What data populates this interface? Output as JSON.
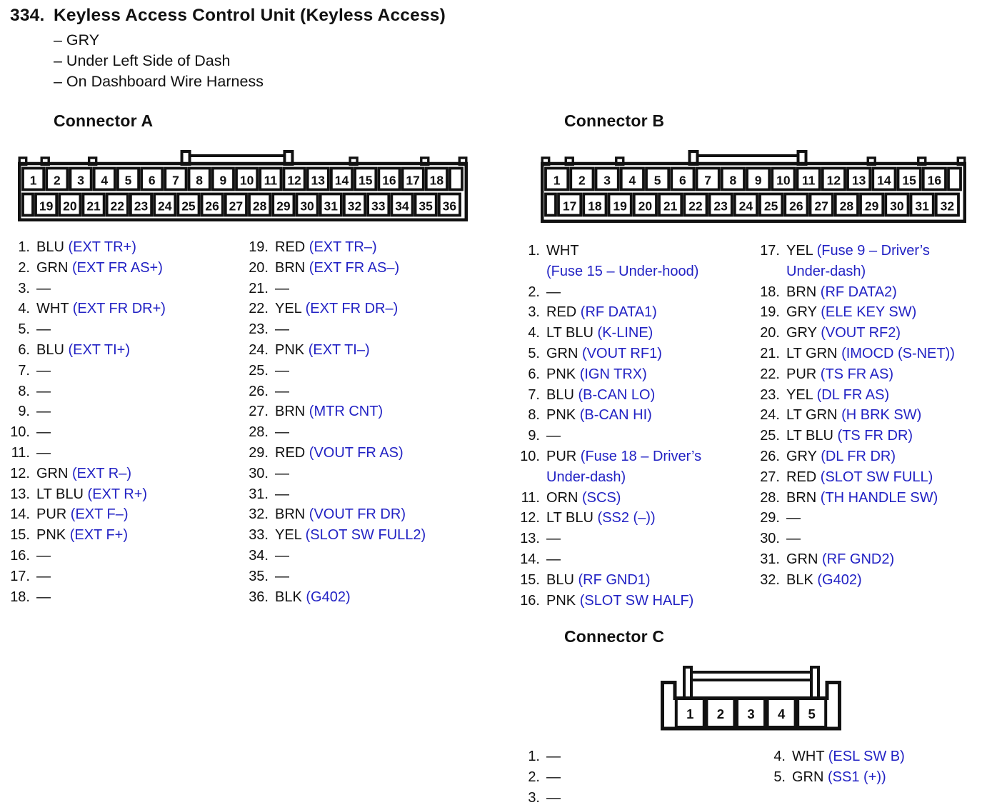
{
  "header": {
    "number": "334.",
    "title": "Keyless Access Control Unit (Keyless Access)",
    "details": [
      "– GRY",
      "– Under Left Side of Dash",
      "– On Dashboard Wire Harness"
    ]
  },
  "colors": {
    "signal_blue": "#2222c4",
    "ink": "#111111"
  },
  "connector_a": {
    "heading": "Connector A",
    "diagram": {
      "top_row": [
        "1",
        "2",
        "3",
        "4",
        "5",
        "6",
        "7",
        "8",
        "9",
        "10",
        "11",
        "12",
        "13",
        "14",
        "15",
        "16",
        "17",
        "18"
      ],
      "bottom_row": [
        "19",
        "20",
        "21",
        "22",
        "23",
        "24",
        "25",
        "26",
        "27",
        "28",
        "29",
        "30",
        "31",
        "32",
        "33",
        "34",
        "35",
        "36"
      ]
    },
    "columns": [
      [
        {
          "n": "1.",
          "w": "BLU",
          "s": "(EXT TR+)"
        },
        {
          "n": "2.",
          "w": "GRN",
          "s": "(EXT FR AS+)"
        },
        {
          "n": "3.",
          "w": "—"
        },
        {
          "n": "4.",
          "w": "WHT",
          "s": "(EXT FR DR+)"
        },
        {
          "n": "5.",
          "w": "—"
        },
        {
          "n": "6.",
          "w": "BLU",
          "s": "(EXT TI+)"
        },
        {
          "n": "7.",
          "w": "—"
        },
        {
          "n": "8.",
          "w": "—"
        },
        {
          "n": "9.",
          "w": "—"
        },
        {
          "n": "10.",
          "w": "—"
        },
        {
          "n": "11.",
          "w": "—"
        },
        {
          "n": "12.",
          "w": "GRN",
          "s": "(EXT R–)"
        },
        {
          "n": "13.",
          "w": "LT BLU",
          "s": "(EXT R+)"
        },
        {
          "n": "14.",
          "w": "PUR",
          "s": "(EXT F–)"
        },
        {
          "n": "15.",
          "w": "PNK",
          "s": "(EXT F+)"
        },
        {
          "n": "16.",
          "w": "—"
        },
        {
          "n": "17.",
          "w": "—"
        },
        {
          "n": "18.",
          "w": "—"
        }
      ],
      [
        {
          "n": "19.",
          "w": "RED",
          "s": "(EXT TR–)"
        },
        {
          "n": "20.",
          "w": "BRN",
          "s": "(EXT FR AS–)"
        },
        {
          "n": "21.",
          "w": "—"
        },
        {
          "n": "22.",
          "w": "YEL",
          "s": "(EXT FR DR–)"
        },
        {
          "n": "23.",
          "w": "—"
        },
        {
          "n": "24.",
          "w": "PNK",
          "s": "(EXT TI–)"
        },
        {
          "n": "25.",
          "w": "—"
        },
        {
          "n": "26.",
          "w": "—"
        },
        {
          "n": "27.",
          "w": "BRN",
          "s": "(MTR CNT)"
        },
        {
          "n": "28.",
          "w": "—"
        },
        {
          "n": "29.",
          "w": "RED",
          "s": "(VOUT FR AS)"
        },
        {
          "n": "30.",
          "w": "—"
        },
        {
          "n": "31.",
          "w": "—"
        },
        {
          "n": "32.",
          "w": "BRN",
          "s": "(VOUT FR DR)"
        },
        {
          "n": "33.",
          "w": "YEL",
          "s": "(SLOT SW FULL2)"
        },
        {
          "n": "34.",
          "w": "—"
        },
        {
          "n": "35.",
          "w": "—"
        },
        {
          "n": "36.",
          "w": "BLK",
          "s": "(G402)"
        }
      ]
    ]
  },
  "connector_b": {
    "heading": "Connector B",
    "diagram": {
      "top_row": [
        "1",
        "2",
        "3",
        "4",
        "5",
        "6",
        "7",
        "8",
        "9",
        "10",
        "11",
        "12",
        "13",
        "14",
        "15",
        "16"
      ],
      "bottom_row": [
        "17",
        "18",
        "19",
        "20",
        "21",
        "22",
        "23",
        "24",
        "25",
        "26",
        "27",
        "28",
        "29",
        "30",
        "31",
        "32"
      ]
    },
    "columns": [
      [
        {
          "n": "1.",
          "w": "WHT",
          "s": "(Fuse 15 – Under-hood)",
          "br": true
        },
        {
          "n": "2.",
          "w": "—"
        },
        {
          "n": "3.",
          "w": "RED",
          "s": "(RF DATA1)"
        },
        {
          "n": "4.",
          "w": "LT BLU",
          "s": "(K-LINE)"
        },
        {
          "n": "5.",
          "w": "GRN",
          "s": "(VOUT RF1)"
        },
        {
          "n": "6.",
          "w": "PNK",
          "s": "(IGN TRX)"
        },
        {
          "n": "7.",
          "w": "BLU",
          "s": "(B-CAN LO)"
        },
        {
          "n": "8.",
          "w": "PNK",
          "s": "(B-CAN HI)"
        },
        {
          "n": "9.",
          "w": "—"
        },
        {
          "n": "10.",
          "w": "PUR",
          "s": "(Fuse 18 – Driver’s",
          "s2": "Under-dash)"
        },
        {
          "n": "11.",
          "w": "ORN",
          "s": "(SCS)"
        },
        {
          "n": "12.",
          "w": "LT BLU",
          "s": "(SS2 (–))"
        },
        {
          "n": "13.",
          "w": "—"
        },
        {
          "n": "14.",
          "w": "—"
        },
        {
          "n": "15.",
          "w": "BLU",
          "s": "(RF GND1)"
        },
        {
          "n": "16.",
          "w": "PNK",
          "s": "(SLOT SW HALF)"
        }
      ],
      [
        {
          "n": "17.",
          "w": "YEL",
          "s": "(Fuse 9 – Driver’s",
          "s2": "Under-dash)"
        },
        {
          "n": "18.",
          "w": "BRN",
          "s": "(RF DATA2)"
        },
        {
          "n": "19.",
          "w": "GRY",
          "s": "(ELE KEY SW)"
        },
        {
          "n": "20.",
          "w": "GRY",
          "s": "(VOUT RF2)"
        },
        {
          "n": "21.",
          "w": "LT GRN",
          "s": "(IMOCD (S-NET))"
        },
        {
          "n": "22.",
          "w": "PUR",
          "s": "(TS FR AS)"
        },
        {
          "n": "23.",
          "w": "YEL",
          "s": "(DL FR AS)"
        },
        {
          "n": "24.",
          "w": "LT GRN",
          "s": "(H BRK SW)"
        },
        {
          "n": "25.",
          "w": "LT BLU",
          "s": "(TS FR DR)"
        },
        {
          "n": "26.",
          "w": "GRY",
          "s": "(DL FR DR)"
        },
        {
          "n": "27.",
          "w": "RED",
          "s": "(SLOT SW FULL)"
        },
        {
          "n": "28.",
          "w": "BRN",
          "s": "(TH HANDLE SW)"
        },
        {
          "n": "29.",
          "w": "—"
        },
        {
          "n": "30.",
          "w": "—"
        },
        {
          "n": "31.",
          "w": "GRN",
          "s": "(RF GND2)"
        },
        {
          "n": "32.",
          "w": "BLK",
          "s": "(G402)"
        }
      ]
    ]
  },
  "connector_c": {
    "heading": "Connector C",
    "diagram": {
      "top_row": [
        "1",
        "2",
        "3",
        "4",
        "5"
      ]
    },
    "columns": [
      [
        {
          "n": "1.",
          "w": "—"
        },
        {
          "n": "2.",
          "w": "—"
        },
        {
          "n": "3.",
          "w": "—"
        }
      ],
      [
        {
          "n": "4.",
          "w": "WHT",
          "s": "(ESL SW B)"
        },
        {
          "n": "5.",
          "w": "GRN",
          "s": "(SS1 (+))"
        }
      ]
    ]
  }
}
